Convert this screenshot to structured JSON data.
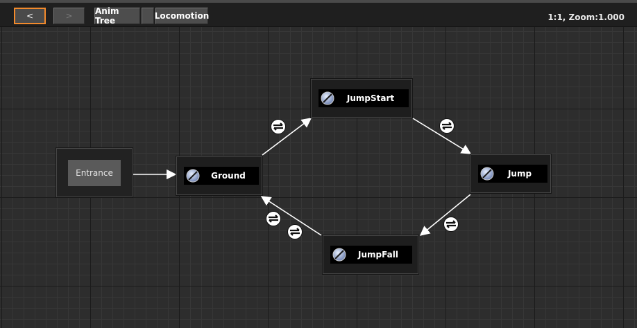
{
  "toolbar": {
    "back_label": "<",
    "forward_label": ">",
    "breadcrumbs": [
      "Anim Tree",
      "Locomotion"
    ],
    "zoom_text": "1:1, Zoom:1.000",
    "accent_color": "#f28a2c"
  },
  "graph": {
    "entrance": {
      "label": "Entrance"
    },
    "states": [
      {
        "id": "ground",
        "label": "Ground",
        "icon": "state-icon"
      },
      {
        "id": "jumpstart",
        "label": "JumpStart",
        "icon": "state-icon"
      },
      {
        "id": "jump",
        "label": "Jump",
        "icon": "state-icon"
      },
      {
        "id": "jumpfall",
        "label": "JumpFall",
        "icon": "state-icon"
      }
    ],
    "transitions": [
      {
        "from": "entrance",
        "to": "ground"
      },
      {
        "from": "ground",
        "to": "jumpstart",
        "icon": "transition-icon"
      },
      {
        "from": "jumpstart",
        "to": "jump",
        "icon": "transition-icon"
      },
      {
        "from": "jump",
        "to": "jumpfall",
        "icon": "transition-icon"
      },
      {
        "from": "jumpfall",
        "to": "ground",
        "icon": "transition-icon"
      }
    ]
  }
}
